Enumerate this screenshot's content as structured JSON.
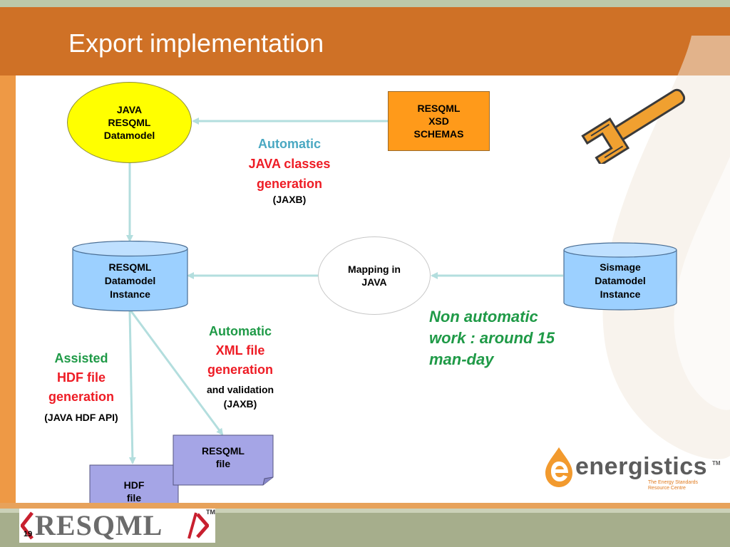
{
  "slide": {
    "title": "Export implementation",
    "page_number": "19"
  },
  "nodes": {
    "java_datamodel": [
      "JAVA",
      "RESQML",
      "Datamodel"
    ],
    "xsd_schemas": [
      "RESQML",
      "XSD",
      "SCHEMAS"
    ],
    "resqml_instance": [
      "RESQML",
      "Datamodel",
      "Instance"
    ],
    "mapping": [
      "Mapping in",
      "JAVA"
    ],
    "sismage_instance": [
      "Sismage",
      "Datamodel",
      "Instance"
    ],
    "resqml_file": [
      "RESQML",
      "file"
    ],
    "hdf_file": [
      "HDF",
      "file"
    ]
  },
  "labels": {
    "java_gen": {
      "line1": "Automatic",
      "line2": "JAVA classes",
      "line3": "generation",
      "note": "(JAXB)"
    },
    "xml_gen": {
      "line1": "Automatic",
      "line2": "XML file",
      "line3": "generation",
      "note1": "and validation",
      "note2": "(JAXB)"
    },
    "hdf_gen": {
      "line1": "Assisted",
      "line2": "HDF file",
      "line3": "generation",
      "note": "(JAVA HDF API)"
    },
    "manual": {
      "line1": "Non automatic",
      "line2": "work : around 15",
      "line3": "man-day"
    }
  },
  "logos": {
    "energistics": {
      "name": "energistics",
      "tm": "TM",
      "tagline1": "The Energy Standards",
      "tagline2": "Resource Centre"
    },
    "resqml": {
      "text": "RESQML",
      "tm": "TM"
    }
  },
  "icons": [
    "wrench-icon",
    "energistics-logo-icon"
  ],
  "colors": {
    "header": "#cf7126",
    "oval": "#ffff00",
    "orange_box": "#ff9a1a",
    "cylinder": "#9cd0ff",
    "document": "#a5a5e6",
    "arrow": "#b3dede",
    "teal_text": "#4aa8c2",
    "red_text": "#ee1c25",
    "green_text": "#1f9a47"
  }
}
